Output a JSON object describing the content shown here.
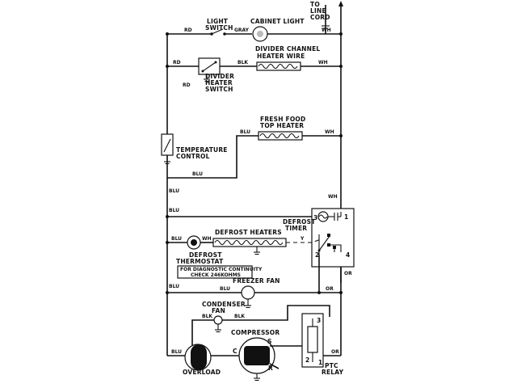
{
  "line_cord": [
    "TO",
    "LINE",
    "CORD"
  ],
  "components": {
    "light_switch": [
      "LIGHT",
      "SWITCH"
    ],
    "cabinet_light": "CABINET LIGHT",
    "divider_channel_heater": [
      "DIVIDER CHANNEL",
      "HEATER WIRE"
    ],
    "divider_heater_switch": [
      "DIVIDER",
      "HEATER",
      "SWITCH"
    ],
    "fresh_food_top_heater": [
      "FRESH FOOD",
      "TOP HEATER"
    ],
    "temperature_control": [
      "TEMPERATURE",
      "CONTROL"
    ],
    "defrost_timer": [
      "DEFROST",
      "TIMER"
    ],
    "defrost_heaters": "DEFROST HEATERS",
    "defrost_thermostat": [
      "DEFROST",
      "THERMOSTAT"
    ],
    "diag_note": [
      "FOR DIAGNOSTIC CONTINUITY",
      "CHECK 246KOHMS"
    ],
    "freezer_fan": "FREEZER FAN",
    "condenser_fan": [
      "CONDENSER",
      "FAN"
    ],
    "compressor": "COMPRESSOR",
    "overload": "OVERLOAD",
    "ptc_relay": [
      "PTC",
      "RELAY"
    ]
  },
  "wire_colors": {
    "rd": "RD",
    "gray": "GRAY",
    "wh": "WH",
    "blk": "BLK",
    "blu": "BLU",
    "or": "OR",
    "y": "Y"
  },
  "terminals": {
    "t1": "1",
    "t2": "2",
    "t3": "3",
    "t4": "4",
    "r": "R",
    "c": "C",
    "s": "S"
  },
  "colors": {
    "ink": "#111111",
    "background": "#ffffff"
  }
}
